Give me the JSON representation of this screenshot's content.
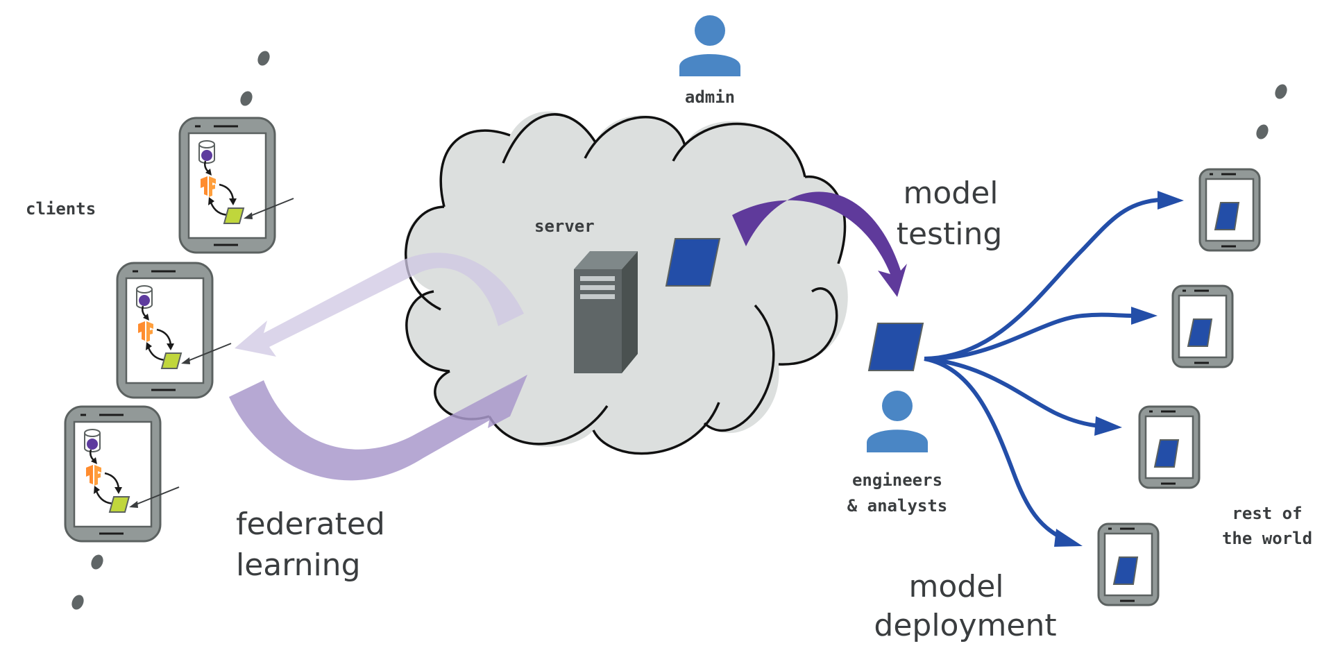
{
  "labels": {
    "clients": "clients",
    "server": "server",
    "admin": "admin",
    "model_testing_line1": "model",
    "model_testing_line2": "testing",
    "engineers_line1": "engineers",
    "engineers_line2": "& analysts",
    "rest_of_world_line1": "rest of",
    "rest_of_world_line2": "the world",
    "model_deployment_line1": "model",
    "model_deployment_line2": "deployment",
    "federated_line1": "federated",
    "federated_line2": "learning"
  },
  "nodes": {
    "client_devices": 3,
    "world_devices": 4,
    "client_device_contents": [
      "database-icon",
      "tensorflow-icon",
      "local-model"
    ],
    "server_contents": [
      "server-tower-icon",
      "global-model"
    ]
  },
  "flows": [
    {
      "name": "federated learning",
      "from": "clients",
      "to": "server",
      "style": "wide-purple-arrow"
    },
    {
      "name": "model distribution",
      "from": "server",
      "to": "clients",
      "style": "wide-light-purple-arrow"
    },
    {
      "name": "model testing",
      "from": "server",
      "to": "engineers & analysts",
      "style": "wide-dark-purple-arrow"
    },
    {
      "name": "model deployment",
      "from": "engineers & analysts",
      "to": "rest of the world",
      "style": "blue-curves",
      "count": 4
    }
  ],
  "colors": {
    "cloud": "#dcdfde",
    "phone": "#929998",
    "model_blue": "#234ea8",
    "model_green": "#c0d63c",
    "tf_orange": "#ff8c2e",
    "db_purple": "#5e3b9e",
    "person_blue": "#4a86c5",
    "arrow_purple_dark": "#5f3a9b",
    "arrow_purple_mid": "#b3a6d2",
    "arrow_purple_light": "#dcd6eb",
    "text": "#3a3d3f"
  }
}
